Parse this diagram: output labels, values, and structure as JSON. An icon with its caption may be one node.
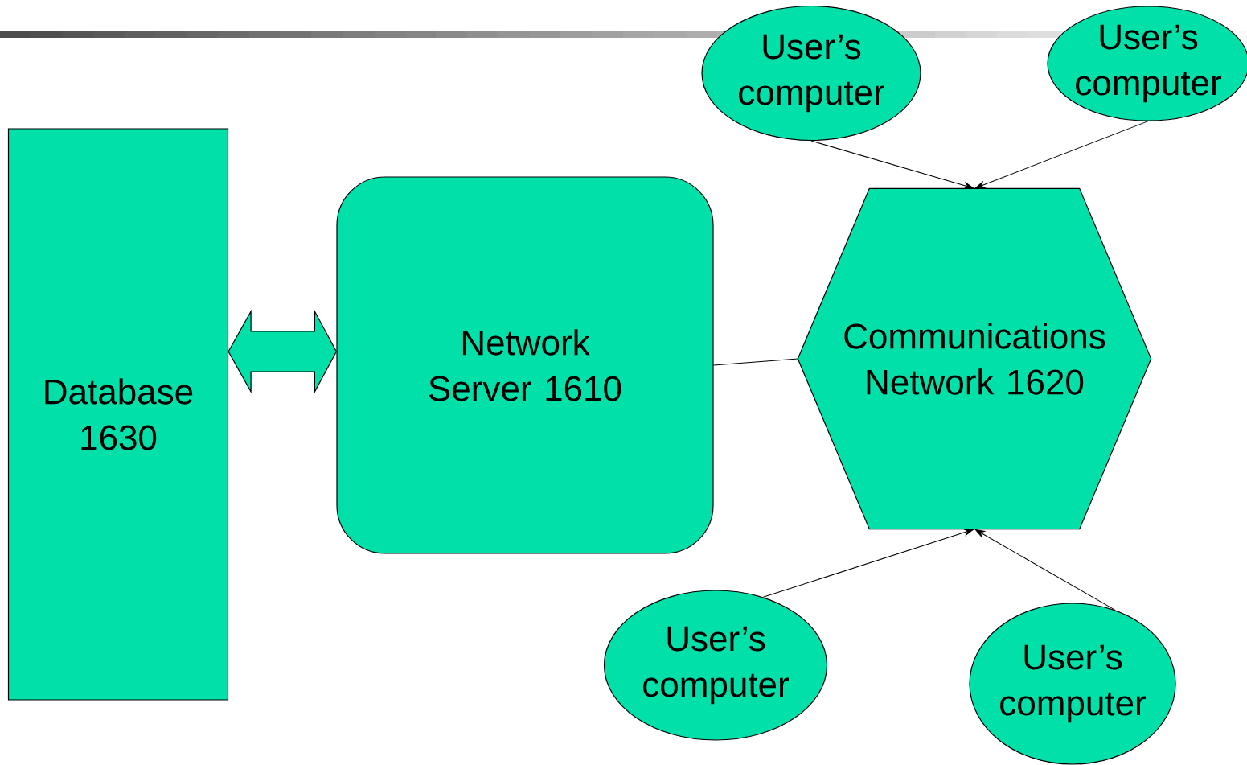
{
  "diagram": {
    "nodes": [
      {
        "text": [
          "Database 1630"
        ]
      },
      {
        "text": [
          "Network Server 1610"
        ]
      },
      {
        "text": [
          "Communications Network 1620"
        ]
      },
      {
        "text": [
          "User’s computer"
        ]
      },
      {
        "text": [
          "User’s computer"
        ]
      },
      {
        "text": [
          "User’s computer"
        ]
      },
      {
        "text": [
          "User’s computer"
        ]
      }
    ],
    "edges": [
      {
        "from": 0,
        "to": 1,
        "arrow": "both",
        "style": "thick"
      },
      {
        "from": 1,
        "to": 2,
        "arrow": "none"
      },
      {
        "from": 3,
        "to": 2,
        "arrow": "to"
      },
      {
        "from": 4,
        "to": 2,
        "arrow": "to"
      },
      {
        "from": 5,
        "to": 2,
        "arrow": "to"
      },
      {
        "from": 6,
        "to": 2,
        "arrow": "to"
      }
    ]
  }
}
